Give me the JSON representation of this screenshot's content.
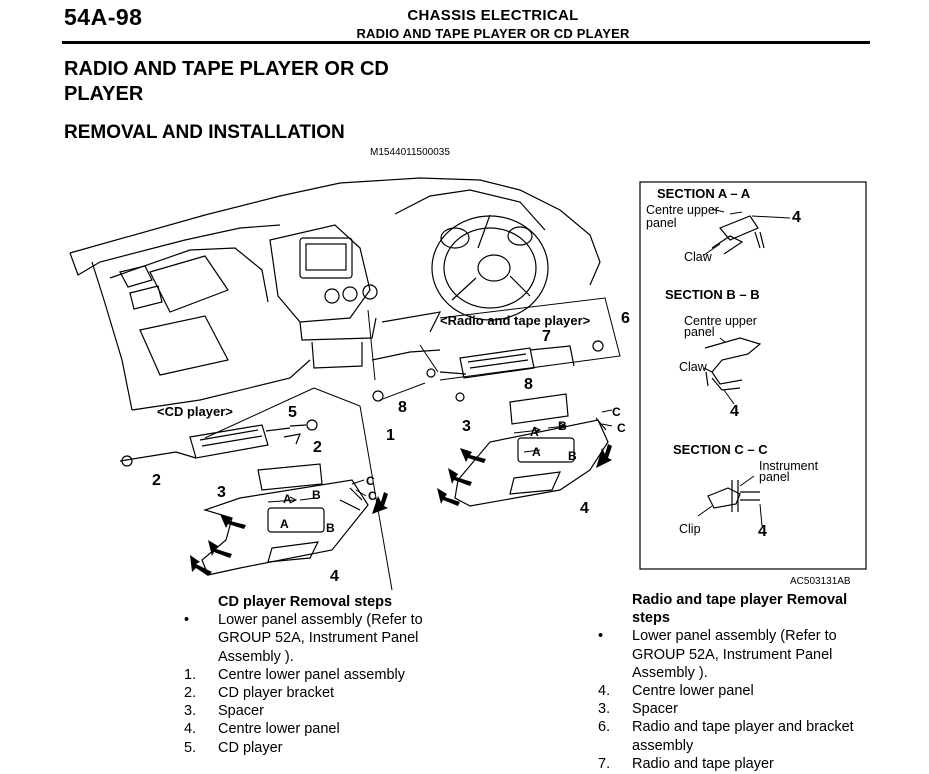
{
  "header": {
    "page_number": "54A-98",
    "section": "CHASSIS ELECTRICAL",
    "subsection": "RADIO AND TAPE PLAYER OR CD PLAYER"
  },
  "title": "RADIO AND TAPE PLAYER OR CD PLAYER",
  "subtitle": "REMOVAL AND INSTALLATION",
  "doc_ref": "M1544011500035",
  "figure": {
    "code": "AC503131AB",
    "labels": {
      "cd_player": "<CD player>",
      "radio_tape": "<Radio and tape player>",
      "n1": "1",
      "n2": "2",
      "n3": "3",
      "n4": "4",
      "n5": "5",
      "n6": "6",
      "n7": "7",
      "n8": "8",
      "a": "A",
      "b": "B",
      "c": "C"
    },
    "sections": {
      "aa_title": "SECTION A – A",
      "aa_part1": "Centre upper",
      "aa_part2": "panel",
      "aa_claw": "Claw",
      "bb_title": "SECTION B – B",
      "bb_part1": "Centre upper",
      "bb_part2": "panel",
      "bb_claw": "Claw",
      "cc_title": "SECTION C – C",
      "cc_part1": "Instrument",
      "cc_part2": "panel",
      "cc_clip": "Clip"
    }
  },
  "cd_steps": {
    "heading": "CD player Removal steps",
    "items": [
      {
        "marker": "•",
        "lines": [
          "Lower panel assembly (Refer to",
          "GROUP 52A, Instrument Panel",
          "Assembly )."
        ]
      },
      {
        "marker": "1.",
        "lines": [
          "Centre lower panel assembly"
        ]
      },
      {
        "marker": "2.",
        "lines": [
          "CD player bracket"
        ]
      },
      {
        "marker": "3.",
        "lines": [
          "Spacer"
        ]
      },
      {
        "marker": "4.",
        "lines": [
          "Centre lower panel"
        ]
      },
      {
        "marker": "5.",
        "lines": [
          "CD player"
        ]
      }
    ]
  },
  "radio_steps": {
    "heading_lines": [
      "Radio and tape player Removal",
      "steps"
    ],
    "items": [
      {
        "marker": "•",
        "lines": [
          "Lower panel assembly (Refer to",
          "GROUP 52A, Instrument Panel",
          "Assembly )."
        ]
      },
      {
        "marker": "4.",
        "lines": [
          "Centre lower panel"
        ]
      },
      {
        "marker": "3.",
        "lines": [
          "Spacer"
        ]
      },
      {
        "marker": "6.",
        "lines": [
          "Radio and tape player and bracket",
          "assembly"
        ]
      },
      {
        "marker": "7.",
        "lines": [
          "Radio and tape player"
        ]
      }
    ]
  }
}
